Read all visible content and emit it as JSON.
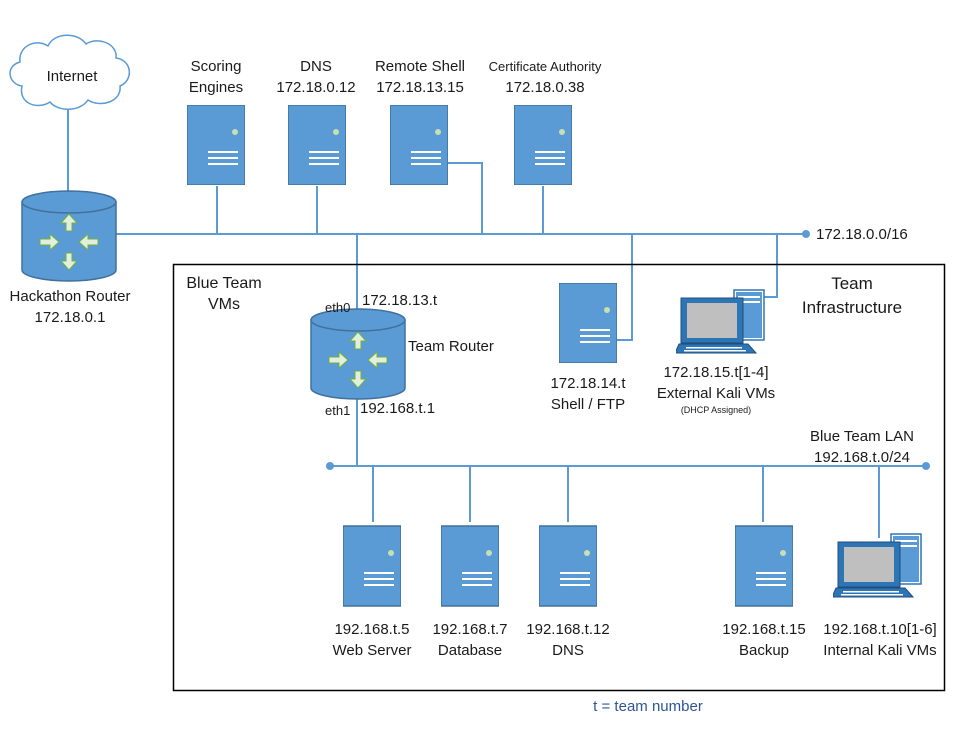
{
  "colors": {
    "device": "#5b9bd5",
    "device_dark": "#41719c",
    "line": "#5b9bd5",
    "box_border": "#000000",
    "note": "#2f5597"
  },
  "internet": {
    "label": "Internet"
  },
  "hackathon_router": {
    "name": "Hackathon Router",
    "ip": "172.18.0.1"
  },
  "top_servers": [
    {
      "line1": "Scoring",
      "line2": "Engines"
    },
    {
      "line1": "DNS",
      "line2": "172.18.0.12"
    },
    {
      "line1": "Remote Shell",
      "line2": "172.18.13.15"
    },
    {
      "line1": "Certificate Authority",
      "line2": "172.18.0.38"
    }
  ],
  "external_network": {
    "label": "172.18.0.0/16"
  },
  "blue_team_box": {
    "line1": "Blue Team",
    "line2": "VMs"
  },
  "team_infrastructure": {
    "line1": "Team",
    "line2": "Infrastructure"
  },
  "team_router": {
    "name": "Team Router",
    "eth0_label": "eth0",
    "eth0_ip": "172.18.13.t",
    "eth1_label": "eth1",
    "eth1_ip": "192.168.t.1"
  },
  "shell_ftp": {
    "ip": "172.18.14.t",
    "name": "Shell / FTP"
  },
  "external_kali": {
    "ip": "172.18.15.t[1-4]",
    "name": "External Kali VMs",
    "note": "(DHCP Assigned)"
  },
  "lan": {
    "name": "Blue Team LAN",
    "subnet": "192.168.t.0/24"
  },
  "lan_servers": [
    {
      "ip": "192.168.t.5",
      "name": "Web Server"
    },
    {
      "ip": "192.168.t.7",
      "name": "Database"
    },
    {
      "ip": "192.168.t.12",
      "name": "DNS"
    },
    {
      "ip": "192.168.t.15",
      "name": "Backup"
    }
  ],
  "internal_kali": {
    "ip": "192.168.t.10[1-6]",
    "name": "Internal Kali VMs"
  },
  "footnote": "t = team number"
}
